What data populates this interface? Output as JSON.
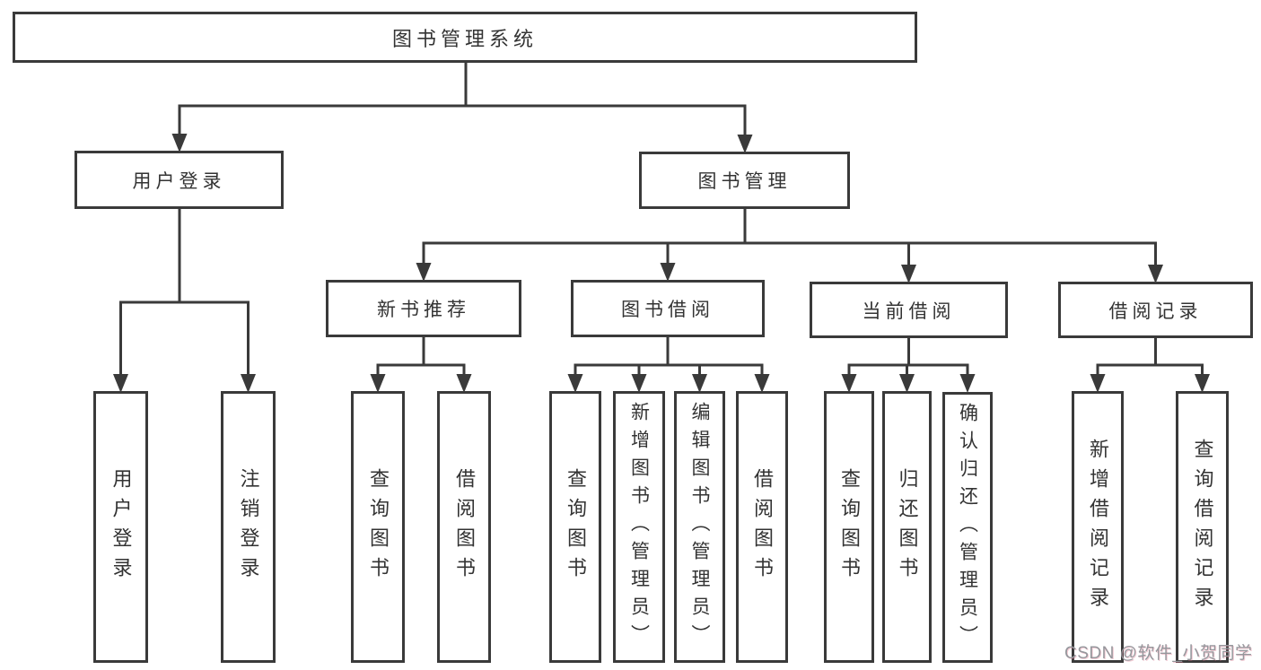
{
  "colors": {
    "line": "#3a3a3a",
    "box_border": "#3a3a3a",
    "text": "#333333",
    "watermark": "#95979c",
    "background": "#ffffff"
  },
  "nodes": {
    "root": "图书管理系统",
    "user_login": "用户登录",
    "book_mgmt": "图书管理",
    "new_book_rec": "新书推荐",
    "book_borrow": "图书借阅",
    "current_borrow": "当前借阅",
    "borrow_records": "借阅记录"
  },
  "leaves": {
    "user_login": [
      "用户登录",
      "注销登录"
    ],
    "new_book_rec": [
      "查询图书",
      "借阅图书"
    ],
    "book_borrow": [
      "查询图书",
      "新增图书（管理员）",
      "编辑图书（管理员）",
      "借阅图书"
    ],
    "current_borrow": [
      "查询图书",
      "归还图书",
      "确认归还（管理员）"
    ],
    "borrow_records": [
      "新增借阅记录",
      "查询借阅记录"
    ]
  },
  "watermark": "CSDN @软件_小贺同学"
}
